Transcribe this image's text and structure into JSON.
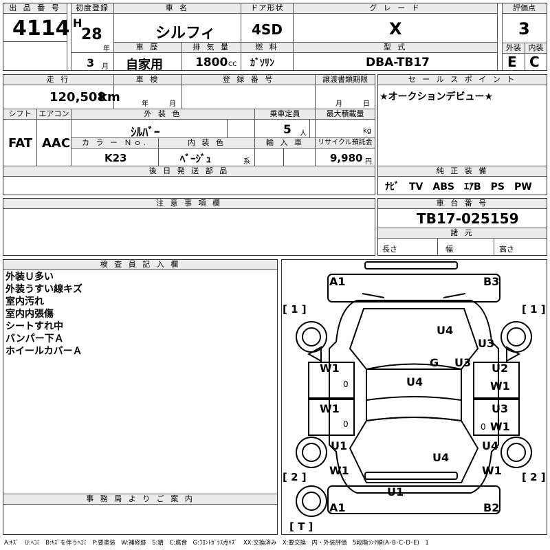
{
  "header": {
    "lot_label": "出 品 番 号",
    "lot": "4114",
    "reg_label": "初度登録",
    "era": "H",
    "year": "28",
    "year_unit": "年",
    "month": "3",
    "month_unit": "月",
    "car_name_label": "車 名",
    "car_name": "シルフィ",
    "door_label": "ドア形状",
    "door": "4SD",
    "grade_label": "グ レ ー ド",
    "grade": "X",
    "score_label": "評価点",
    "score": "3",
    "history_label": "車 歴",
    "history": "自家用",
    "cc_label": "排 気 量",
    "cc": "1800",
    "cc_unit": "CC",
    "fuel_label": "燃 料",
    "fuel": "ｶﾞｿﾘﾝ",
    "model_label": "型 式",
    "model": "DBA-TB17",
    "ext_label": "外装",
    "ext": "E",
    "int_label": "内装",
    "int": "C"
  },
  "row2": {
    "mileage_label": "走 行",
    "mileage": "120,508",
    "mileage_unit": "km",
    "inspection_label": "車 検",
    "insp_year_unit": "年",
    "insp_month_unit": "月",
    "regno_label": "登 録 番 号",
    "transfer_label": "譲渡書類期限",
    "transfer_month": "月",
    "transfer_day": "日",
    "sales_label": "セ ー ル ス ポ イ ン ト",
    "sales_point": "★オークションデビュー★"
  },
  "row3": {
    "shift_label": "シフト",
    "shift": "FAT",
    "ac_label": "エアコン",
    "ac": "AAC",
    "color_label": "外 装 色",
    "color": "ｼﾙﾊﾞｰ",
    "seats_label": "乗車定員",
    "seats": "5",
    "seats_unit": "人",
    "load_label": "最大積載量",
    "load_unit": "kg",
    "colorno_label": "カ ラ ー Ｎｏ.",
    "colorno": "K23",
    "intcolor_label": "内 装 色",
    "intcolor": "ﾍﾞｰｼﾞｭ",
    "intcolor_unit": "系",
    "import_label": "輸 入 車",
    "recycle_label": "リサイクル預託金",
    "recycle": "9,980",
    "recycle_unit": "円"
  },
  "parts_label": "後 日 発 送 部 品",
  "equipment_label": "純 正 装 備",
  "equipment": "ﾅﾋﾞ　TV　ABS　ｴｱB　PS　PW",
  "notes_label": "注 意 事 項 欄",
  "chassis_label": "車 台 番 号",
  "chassis": "TB17-025159",
  "dims_label": "諸 元",
  "length_label": "長さ",
  "width_label": "幅",
  "height_label": "高さ",
  "inspector_label": "検 査 員 記 入 欄",
  "inspector_notes": [
    "外装Ｕ多い",
    "外装うすい線キズ",
    "室内汚れ",
    "室内内張傷",
    "シートすれ中",
    "バンパー下Ａ",
    "ホイールカバーＡ"
  ],
  "office_label": "事 務 局 よ り ご 案 内",
  "legend": "A:ｷｽﾞ　U:ﾍｺﾐ　B:ｷｽﾞを伴うﾍｺﾐ　P:要塗装　W:補修跡　S:錆　C:腐食　G:ﾌﾛﾝﾄｶﾞﾗｽ点ｷｽﾞ　XX:交換済み　X:要交換　内・外装評価　5段階ﾗﾝｸ順(A･B･C･D･E)　1",
  "diagram": {
    "bracket_1": "[ 1 ]",
    "bracket_2": "[ 2 ]",
    "bracket_t": "[ T ]",
    "marks": [
      "A1",
      "B3",
      "U4",
      "U3",
      "G",
      "U3",
      "W1",
      "0",
      "U4",
      "U2",
      "W1",
      "W1",
      "0",
      "U3",
      "0",
      "W1",
      "U1",
      "U4",
      "U4",
      "W1",
      "W1",
      "U1",
      "A1",
      "B2"
    ]
  }
}
